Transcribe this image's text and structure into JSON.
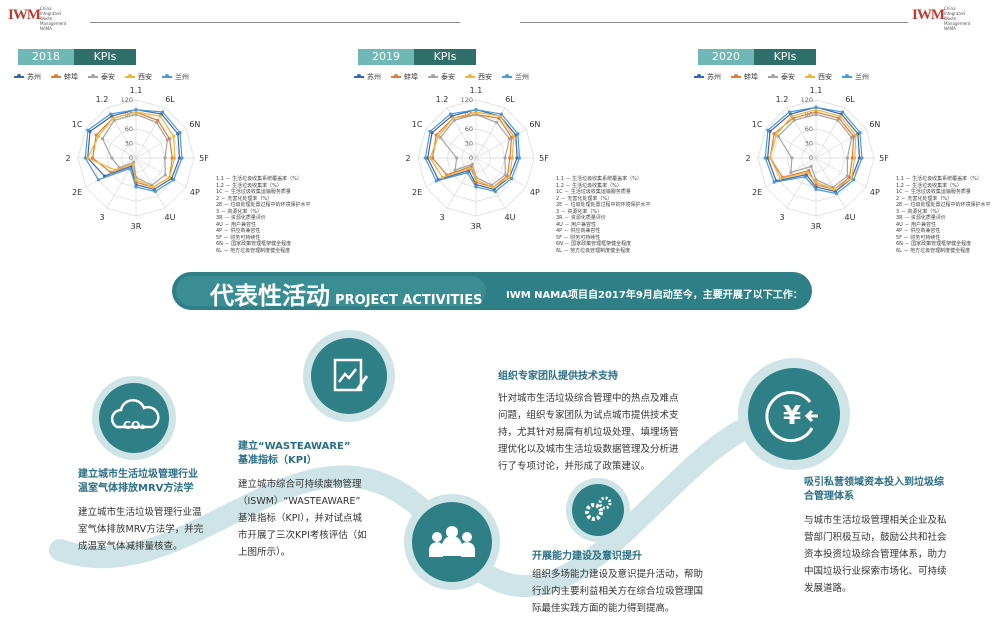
{
  "logo": {
    "mark": "IWM",
    "sub": [
      "China Integrated",
      "Waste Management",
      "NAMA"
    ]
  },
  "kpi_panels": [
    {
      "year": "2018",
      "label": "KPIs"
    },
    {
      "year": "2019",
      "label": "KPIs"
    },
    {
      "year": "2020",
      "label": "KPIs"
    }
  ],
  "legend": [
    "苏州",
    "蚌埠",
    "泰安",
    "西安",
    "兰州"
  ],
  "series_colors": [
    "#3b66b5",
    "#e07b39",
    "#a5a5a5",
    "#f2b632",
    "#4f9ad6"
  ],
  "notes": [
    "1.1 － 生活垃圾收集系统覆盖率（%）",
    "1.2 － 生活垃圾收集率（%）",
    "1C － 生活垃圾收集运输服务质量",
    "2 － 无害化处理率（%）",
    "2E － 垃圾处理处置过程中的环境保护水平",
    "3 － 资源化率（%）",
    "3R － 资源化质量评价",
    "4U － 用户兼容性",
    "4P － 供应商兼容性",
    "5F － 财务可持续性",
    "6N － 国家政策管理框架健全程度",
    "6L － 地方垃圾管理制度健全程度"
  ],
  "chart_data": [
    {
      "type": "radar",
      "title": "2018 KPIs",
      "axes": [
        "1.1",
        "6L",
        "6N",
        "5F",
        "4P",
        "4U",
        "3R",
        "3",
        "2E",
        "2",
        "1C",
        "1.2"
      ],
      "ticks": [
        0,
        30,
        60,
        90,
        120
      ],
      "rmax": 120,
      "series": [
        {
          "name": "苏州",
          "values": [
            100,
            105,
            100,
            90,
            85,
            75,
            55,
            20,
            75,
            100,
            110,
            100
          ]
        },
        {
          "name": "蚌埠",
          "values": [
            95,
            90,
            80,
            75,
            80,
            70,
            50,
            15,
            60,
            90,
            95,
            95
          ]
        },
        {
          "name": "泰安",
          "values": [
            90,
            85,
            75,
            60,
            70,
            65,
            40,
            10,
            40,
            50,
            80,
            90
          ]
        },
        {
          "name": "西安",
          "values": [
            95,
            100,
            90,
            80,
            80,
            70,
            45,
            15,
            50,
            100,
            90,
            95
          ]
        },
        {
          "name": "兰州",
          "values": [
            100,
            110,
            105,
            95,
            90,
            80,
            60,
            25,
            90,
            105,
            115,
            105
          ]
        }
      ]
    },
    {
      "type": "radar",
      "title": "2019 KPIs",
      "axes": [
        "1.1",
        "6L",
        "6N",
        "5F",
        "4P",
        "4U",
        "3R",
        "3",
        "2E",
        "2",
        "1C",
        "1.2"
      ],
      "ticks": [
        0,
        30,
        60,
        90,
        120
      ],
      "rmax": 120,
      "series": [
        {
          "name": "苏州",
          "values": [
            100,
            100,
            95,
            85,
            80,
            75,
            55,
            30,
            90,
            100,
            105,
            100
          ]
        },
        {
          "name": "蚌埠",
          "values": [
            90,
            95,
            85,
            70,
            75,
            70,
            50,
            20,
            70,
            90,
            95,
            95
          ]
        },
        {
          "name": "泰安",
          "values": [
            90,
            85,
            80,
            60,
            70,
            65,
            40,
            15,
            50,
            40,
            85,
            90
          ]
        },
        {
          "name": "西安",
          "values": [
            95,
            100,
            90,
            75,
            80,
            70,
            45,
            25,
            80,
            95,
            90,
            95
          ]
        },
        {
          "name": "兰州",
          "values": [
            100,
            105,
            100,
            90,
            85,
            80,
            60,
            35,
            95,
            105,
            110,
            105
          ]
        }
      ]
    },
    {
      "type": "radar",
      "title": "2020 KPIs",
      "axes": [
        "1.1",
        "6L",
        "6N",
        "5F",
        "4P",
        "4U",
        "3R",
        "3",
        "2E",
        "2",
        "1C",
        "1.2"
      ],
      "ticks": [
        0,
        30,
        60,
        90,
        120
      ],
      "rmax": 120,
      "series": [
        {
          "name": "苏州",
          "values": [
            105,
            105,
            100,
            90,
            85,
            80,
            60,
            40,
            95,
            100,
            110,
            105
          ]
        },
        {
          "name": "蚌埠",
          "values": [
            95,
            95,
            90,
            75,
            80,
            75,
            55,
            30,
            80,
            95,
            100,
            95
          ]
        },
        {
          "name": "泰安",
          "values": [
            90,
            90,
            85,
            65,
            75,
            70,
            45,
            20,
            60,
            50,
            90,
            90
          ]
        },
        {
          "name": "西安",
          "values": [
            100,
            100,
            95,
            80,
            85,
            75,
            50,
            35,
            85,
            95,
            95,
            100
          ]
        },
        {
          "name": "兰州",
          "values": [
            105,
            110,
            105,
            95,
            90,
            85,
            65,
            45,
            100,
            105,
            115,
            110
          ]
        }
      ]
    }
  ],
  "section": {
    "title_cn": "代表性活动",
    "title_en": "PROJECT ACTIVITIES",
    "note": "IWM NAMA项目自2017年9月启动至今，主要开展了以下工作："
  },
  "activities": [
    {
      "icon": "co2-cloud-icon",
      "icon_text": "CO₂",
      "title": [
        "建立城市生活垃圾管理行业",
        "温室气体排放MRV方法学"
      ],
      "text": [
        "建立城市生活垃圾管理行业温",
        "室气体排放MRV方法学，并完",
        "成温室气体减排量核查。"
      ]
    },
    {
      "icon": "chart-edit-icon",
      "title": [
        "建立“WASTEAWARE”",
        "基准指标（KPI）"
      ],
      "text": [
        "建立城市综合可持续废物管理",
        "（ISWM）“WASTEAWARE”",
        "基准指标（KPI），并对试点城",
        "市开展了三次KPI考核评估（如",
        "上图所示）。"
      ]
    },
    {
      "icon": "expert-team-icon",
      "title": [
        "组织专家团队提供技术支持"
      ],
      "text": [
        "针对城市生活垃圾综合管理中的热点及难点",
        "问题，组织专家团队为试点城市提供技术支",
        "持，尤其针对易腐有机垃圾处理、填埋场管",
        "理优化以及城市生活垃圾数据管理及分析进",
        "行了专项讨论，并形成了政策建议。"
      ]
    },
    {
      "icon": "gears-icon",
      "title": [
        "开展能力建设及意识提升"
      ],
      "text": [
        "组织多场能力建设及意识提升活动，帮助",
        "行业内主要利益相关方在综合垃圾管理国",
        "际最佳实践方面的能力得到提高。"
      ]
    },
    {
      "icon": "yuan-investment-icon",
      "icon_text": "¥",
      "title": [
        "吸引私营领域资本投入到垃圾综",
        "合管理体系"
      ],
      "text": [
        "与城市生活垃圾管理相关企业及私",
        "营部门积极互动，鼓励公共和社会",
        "资本投资垃圾综合管理体系，助力",
        "中国垃圾行业探索市场化、可持续",
        "发展道路。"
      ]
    }
  ]
}
